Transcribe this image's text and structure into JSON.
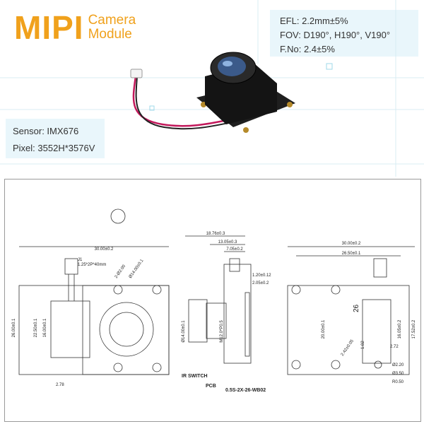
{
  "logo": {
    "brand": "MIPI",
    "line1": "Camera",
    "line2": "Module"
  },
  "spec_top": {
    "efl": "EFL: 2.2mm±5%",
    "fov": "FOV: D190°, H190°, V190°",
    "fno": "F.No: 2.4±5%"
  },
  "spec_left": {
    "sensor": "Sensor: IMX676",
    "pixel": "Pixel: 3552H*3576V"
  },
  "drawing": {
    "left": {
      "width_total": "30.00±0.2",
      "j1": "J1",
      "connector": "1.25*2P*40mm",
      "height_total": "26.00±0.1",
      "height_inner": "22.50±0.1",
      "height_mid": "16.00±0.1",
      "hole_dia": "Ø14.00±0.1",
      "hole_small": "2-Ø2.00",
      "offset": "2.78"
    },
    "middle": {
      "dim1": "18.76±0.3",
      "dim2": "13.05±0.3",
      "dim3": "7.05±0.2",
      "dim4": "1.20±0.12",
      "dim5": "2.05±0.2",
      "thread": "M12.0*P0.5",
      "dia": "Ø14.00±0.1",
      "label_ir": "IR SWITCH",
      "label_pcb": "PCB",
      "label_conn": "0.5S-2X-26-WB02"
    },
    "right": {
      "width_total": "30.00±0.2",
      "width_inner": "26.50±0.1",
      "height_a": "20.00±0.1",
      "height_b": "16.05±0.2",
      "height_c": "17.52±0.2",
      "pin_count": "26",
      "dia": "2.42±0.05",
      "dim_small1": "2.72",
      "dim_small2": "1.02",
      "dia2": "Ø2.20",
      "dia3": "Ø3.50",
      "r": "R0.50"
    }
  }
}
